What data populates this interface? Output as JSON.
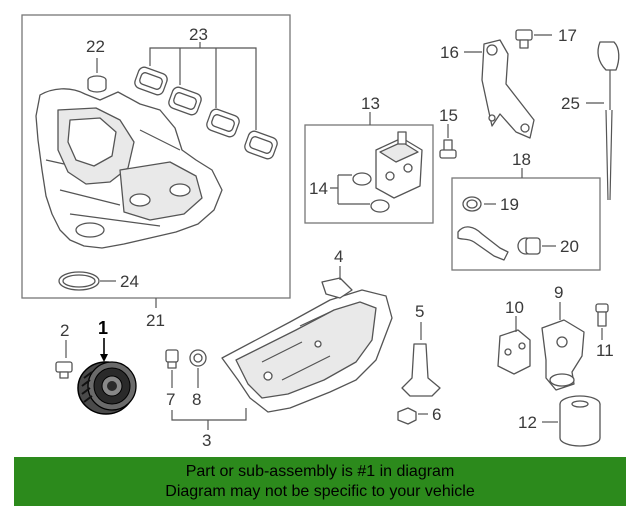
{
  "labels": {
    "p1": "1",
    "p2": "2",
    "p3": "3",
    "p4": "4",
    "p5": "5",
    "p6": "6",
    "p7": "7",
    "p8": "8",
    "p9": "9",
    "p10": "10",
    "p11": "11",
    "p12": "12",
    "p13": "13",
    "p14": "14",
    "p15": "15",
    "p16": "16",
    "p17": "17",
    "p18": "18",
    "p19": "19",
    "p20": "20",
    "p21": "21",
    "p22": "22",
    "p23": "23",
    "p24": "24",
    "p25": "25"
  },
  "highlight_part": "1",
  "banner": {
    "line1": "Part or sub-assembly is #1 in diagram",
    "line2": "Diagram may not be specific to your vehicle",
    "color": "#2c8a1c"
  }
}
